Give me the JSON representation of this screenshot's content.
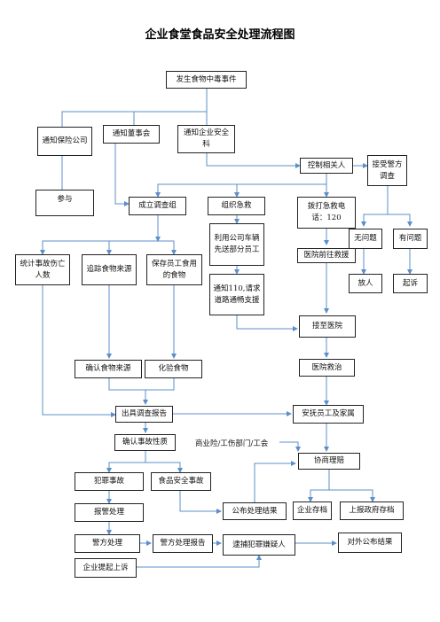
{
  "title": "企业食堂食品安全处理流程图",
  "colors": {
    "connector": "#5b8fc9",
    "border": "#222222"
  },
  "nodes": {
    "start": "发生食物中毒事件",
    "notify_insurance": "通知保险公司",
    "notify_board": "通知董事会",
    "notify_safety": "通知企业安全科",
    "control_people": "控制相关人",
    "accept_police": "接受警方调查",
    "participate": "参与",
    "investigation_group": "成立调查组",
    "organize_rescue": "组织急救",
    "call_120": "拨打急救电话：120",
    "no_problem": "无问题",
    "has_problem": "有问题",
    "company_vehicle": "利用公司车辆先送部分员工",
    "hospital_rescue": "医院前往救援",
    "release": "放人",
    "prosecute": "起诉",
    "count_casualties": "统计事故伤亡人数",
    "trace_food": "追踪食物来源",
    "preserve_food": "保存员工食用的食物",
    "notify_110": "通知110,请求道路通畅支援",
    "to_hospital": "接至医院",
    "confirm_source": "确认食物来源",
    "test_food": "化验食物",
    "hospital_treatment": "医院救治",
    "issue_report": "出具调查报告",
    "comfort_families": "安抚员工及家属",
    "confirm_nature": "确认事故性质",
    "insurers": "商业险/工伤部门/工会",
    "negotiate_claims": "协商理赔",
    "criminal_case": "犯罪事故",
    "food_safety_case": "食品安全事故",
    "report_police": "报警处理",
    "publish_result": "公布处理结果",
    "company_archive": "企业存档",
    "gov_archive": "上报政府存档",
    "police_handling": "警方处理",
    "police_report": "警方处理报告",
    "arrest_suspect": "逮捕犯罪嫌疑人",
    "public_result": "对外公布结果",
    "company_sue": "企业提起上诉"
  }
}
